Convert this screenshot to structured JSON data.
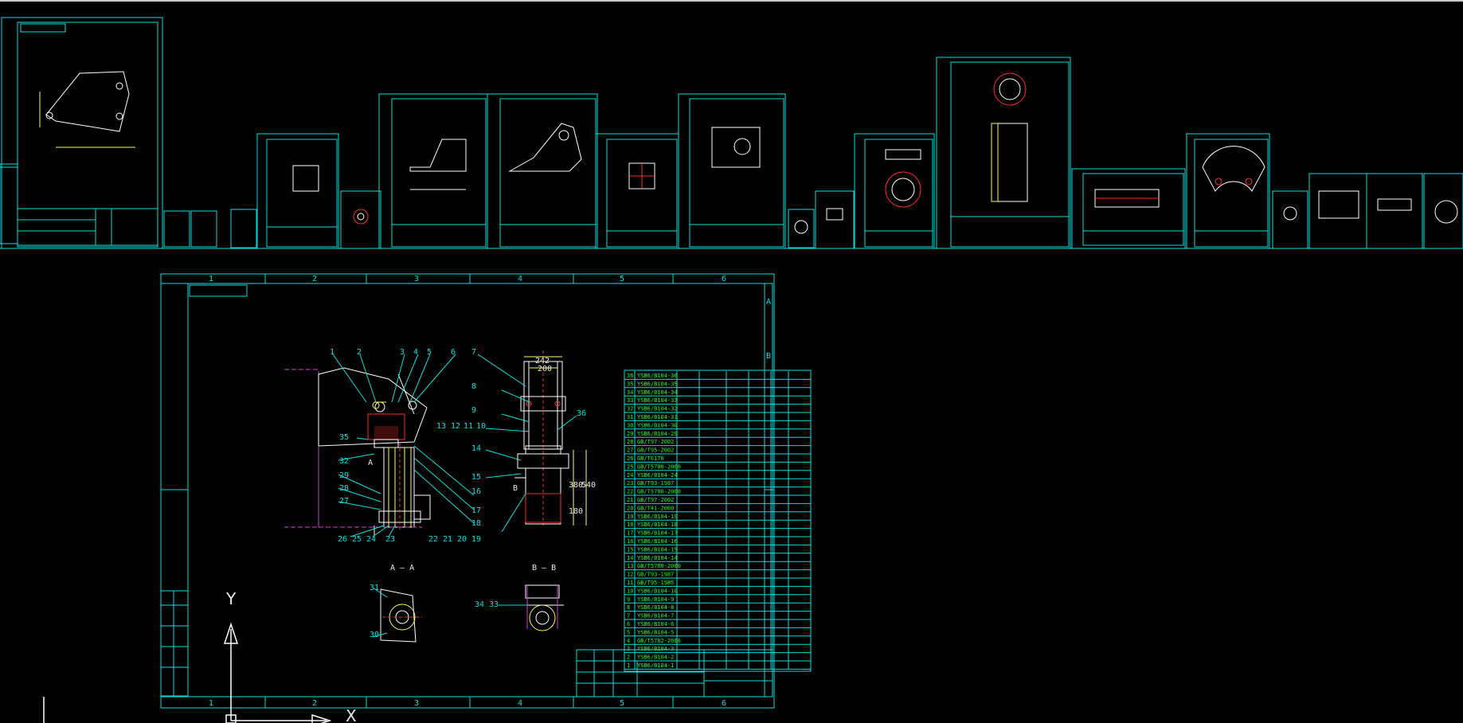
{
  "colors": {
    "background": "#000000",
    "frame": "#00e0e0",
    "geometry": "#ffffff",
    "text": "#19ff19",
    "hatch": "#ff2a2a",
    "center_line": "#d23cd2",
    "dimension": "#ffff4a"
  },
  "main_sheet": {
    "zone_numbers_top": [
      "1",
      "2",
      "3",
      "4",
      "5",
      "6"
    ],
    "zone_numbers_bottom": [
      "1",
      "2",
      "3",
      "4",
      "5",
      "6"
    ],
    "zone_letters": [
      "A",
      "B"
    ],
    "balloons_top": [
      "1",
      "2",
      "3",
      "4",
      "5",
      "6",
      "7"
    ],
    "balloons_left": [
      "35",
      "32",
      "29",
      "28",
      "27"
    ],
    "balloons_bottom_left": [
      "26",
      "25",
      "24",
      "23"
    ],
    "balloons_middle": [
      "13",
      "12",
      "11",
      "10"
    ],
    "balloons_right_column": [
      "8",
      "9",
      "14",
      "15",
      "16",
      "17",
      "18"
    ],
    "balloons_bottom_right": [
      "22",
      "21",
      "20",
      "19"
    ],
    "balloon_36": "36",
    "dimensions": [
      "242",
      "200",
      "380",
      "540",
      "180"
    ],
    "section_label_a": "A — A",
    "section_label_b": "B — B",
    "section_a_marker": "A",
    "section_b_marker": "B",
    "balloons_section_a": [
      "31",
      "30"
    ],
    "balloons_section_b": [
      "34",
      "33"
    ]
  },
  "ucs": {
    "y_label": "Y",
    "x_label": "X"
  },
  "bom": {
    "rows": [
      {
        "no": "36",
        "code": "YSB6/B104-36"
      },
      {
        "no": "35",
        "code": "YSB6/B104-35"
      },
      {
        "no": "34",
        "code": "YSB6/B104-34"
      },
      {
        "no": "33",
        "code": "YSB6/B104-33"
      },
      {
        "no": "32",
        "code": "YSB6/B104-32"
      },
      {
        "no": "31",
        "code": "YSB6/B104-31"
      },
      {
        "no": "30",
        "code": "YSB6/B104-30"
      },
      {
        "no": "29",
        "code": "YSB6/B104-29"
      },
      {
        "no": "28",
        "code": "GB/T97-2002"
      },
      {
        "no": "27",
        "code": "GB/T95-2002"
      },
      {
        "no": "26",
        "code": "GB/T6170"
      },
      {
        "no": "25",
        "code": "GB/T5780-2000"
      },
      {
        "no": "24",
        "code": "YSB6/B104-24"
      },
      {
        "no": "23",
        "code": "GB/T93-1987"
      },
      {
        "no": "22",
        "code": "GB/T5780-2000"
      },
      {
        "no": "21",
        "code": "GB/T97-2002"
      },
      {
        "no": "20",
        "code": "GB/T41-2000"
      },
      {
        "no": "19",
        "code": "YSB6/B104-19"
      },
      {
        "no": "18",
        "code": "YSB6/B104-18"
      },
      {
        "no": "17",
        "code": "YSB6/B104-17"
      },
      {
        "no": "16",
        "code": "YSB6/B104-16"
      },
      {
        "no": "15",
        "code": "YSB6/B104-15"
      },
      {
        "no": "14",
        "code": "YSB6/B104-14"
      },
      {
        "no": "13",
        "code": "GB/T5780-2000"
      },
      {
        "no": "12",
        "code": "GB/T93-1987"
      },
      {
        "no": "11",
        "code": "GB/T95-1985"
      },
      {
        "no": "10",
        "code": "YSB6/B104-10"
      },
      {
        "no": "9",
        "code": "YSB6/B104-9"
      },
      {
        "no": "8",
        "code": "YSB6/B104-8"
      },
      {
        "no": "7",
        "code": "YSB6/B104-7"
      },
      {
        "no": "6",
        "code": "YSB6/B104-6"
      },
      {
        "no": "5",
        "code": "YSB6/B104-5"
      },
      {
        "no": "4",
        "code": "GB/T5782-2000"
      },
      {
        "no": "3",
        "code": "YSB6/B104-3"
      },
      {
        "no": "2",
        "code": "YSB6/B104-2"
      },
      {
        "no": "1",
        "code": "YSB6/B104-1"
      }
    ]
  }
}
